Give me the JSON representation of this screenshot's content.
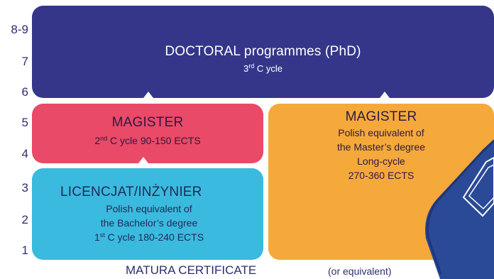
{
  "levels": [
    "8-9",
    "7",
    "6",
    "5",
    "4",
    "3",
    "2",
    "1"
  ],
  "doctoral": {
    "title": "DOCTORAL programmes (PhD)",
    "cycle_num": "3",
    "cycle_sup": "rd",
    "cycle_label": "C ycle"
  },
  "magister_second": {
    "title": "MAGISTER",
    "cycle_num": "2",
    "cycle_sup": "nd",
    "cycle_rest": "C ycle 90-150 ECTS"
  },
  "magister_long": {
    "title": "MAGISTER",
    "lines": [
      "Polish equivalent of",
      "the Master’s degree",
      "Long-cycle",
      "270-360 ECTS"
    ]
  },
  "licencjat": {
    "title": "LICENCJAT/INŻYNIER",
    "lines": [
      "Polish equivalent of",
      "the Bachelor’s degree"
    ],
    "cycle_num": "1",
    "cycle_sup": "st",
    "cycle_rest": "C ycle 180-240 ECTS"
  },
  "footer": {
    "matura": "MATURA CERTIFICATE",
    "equivalent": "(or equivalent)"
  },
  "colors": {
    "doctoral": "#35368a",
    "magister_second": "#e84a67",
    "magister_long": "#f5a93b",
    "licencjat": "#3bbadf",
    "level_text": "#2b2f6e"
  }
}
